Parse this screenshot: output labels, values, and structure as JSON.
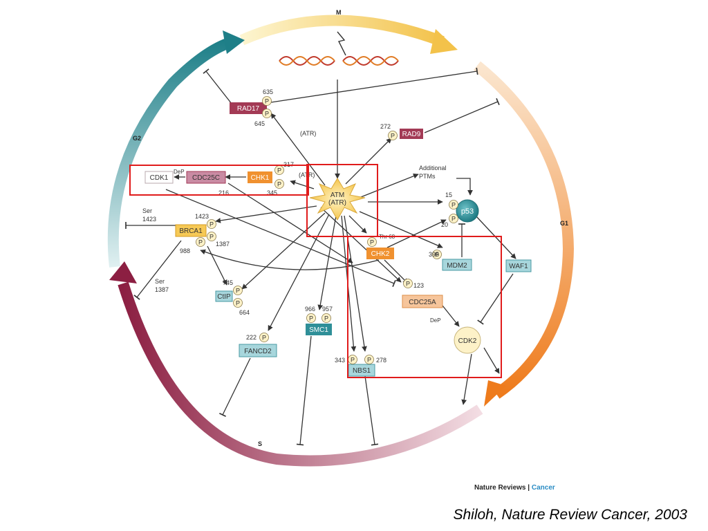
{
  "phases": {
    "m": "M",
    "g1": "G1",
    "s": "S",
    "g2": "G2"
  },
  "nodes": {
    "rad17": "RAD17",
    "rad9": "RAD9",
    "cdk1": "CDK1",
    "cdc25c": "CDC25C",
    "chk1": "CHK1",
    "atm": "ATM",
    "atr_paren": "(ATR)",
    "p53": "p53",
    "brca1": "BRCA1",
    "chk2": "CHK2",
    "mdm2": "MDM2",
    "waf1": "WAF1",
    "ctip": "CtIP",
    "cdc25a": "CDC25A",
    "smc1": "SMC1",
    "fancd2": "FANCD2",
    "cdk2": "CDK2",
    "nbs1": "NBS1"
  },
  "labels": {
    "atr1": "(ATR)",
    "atr2": "(ATR)",
    "additional": "Additional",
    "ptms": "PTMs",
    "dep1": "DeP",
    "dep2": "DeP",
    "ser1": "Ser",
    "ser1_num": "1423",
    "ser2": "Ser",
    "ser2_num": "1387",
    "thr": "Thr 68"
  },
  "sites": {
    "rad17_a": "635",
    "rad17_b": "645",
    "rad9": "272",
    "chk1_a": "317",
    "chk1_b": "345",
    "chk1_c": "216",
    "p53_a": "15",
    "p53_b": "20",
    "brca1_a": "1423",
    "brca1_b": "1387",
    "brca1_c": "988",
    "mdm2": "395",
    "cdc25a": "123",
    "ctip_a": "745",
    "ctip_b": "664",
    "smc1_a": "966",
    "smc1_b": "957",
    "fancd2": "222",
    "nbs1_a": "343",
    "nbs1_b": "278"
  },
  "p_symbol": "P",
  "credit": {
    "journal": "Nature Reviews",
    "sep": "|",
    "section": "Cancer"
  },
  "citation": "Shiloh, Nature Review Cancer, 2003",
  "colors": {
    "orange": "#f0912f",
    "maroon": "#a33a55",
    "teal": "#2f8f98",
    "cyan_box": "#a7d6dc",
    "highlight": "#e01b1b"
  }
}
